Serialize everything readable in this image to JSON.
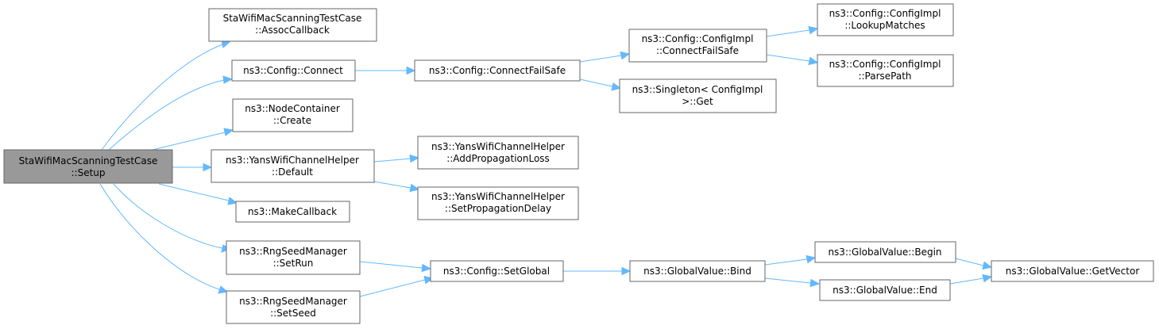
{
  "nodes": {
    "setup": {
      "line1": "StaWifiMacScanningTestCase",
      "line2": "::Setup"
    },
    "assoc": {
      "line1": "StaWifiMacScanningTestCase",
      "line2": "::AssocCallback"
    },
    "connect": {
      "line1": "ns3::Config::Connect"
    },
    "nodecreate": {
      "line1": "ns3::NodeContainer",
      "line2": "::Create"
    },
    "yansdefault": {
      "line1": "ns3::YansWifiChannelHelper",
      "line2": "::Default"
    },
    "makecb": {
      "line1": "ns3::MakeCallback"
    },
    "setrun": {
      "line1": "ns3::RngSeedManager",
      "line2": "::SetRun"
    },
    "setseed": {
      "line1": "ns3::RngSeedManager",
      "line2": "::SetSeed"
    },
    "connectfs": {
      "line1": "ns3::Config::ConnectFailSafe"
    },
    "addprop": {
      "line1": "ns3::YansWifiChannelHelper",
      "line2": "::AddPropagationLoss"
    },
    "setprop": {
      "line1": "ns3::YansWifiChannelHelper",
      "line2": "::SetPropagationDelay"
    },
    "setglobal": {
      "line1": "ns3::Config::SetGlobal"
    },
    "cimplconnectfs": {
      "line1": "ns3::Config::ConfigImpl",
      "line2": "::ConnectFailSafe"
    },
    "singleton": {
      "line1": "ns3::Singleton< ConfigImpl",
      "line2": ">::Get"
    },
    "gvbind": {
      "line1": "ns3::GlobalValue::Bind"
    },
    "lookup": {
      "line1": "ns3::Config::ConfigImpl",
      "line2": "::LookupMatches"
    },
    "parsepath": {
      "line1": "ns3::Config::ConfigImpl",
      "line2": "::ParsePath"
    },
    "gvbegin": {
      "line1": "ns3::GlobalValue::Begin"
    },
    "gvend": {
      "line1": "ns3::GlobalValue::End"
    },
    "gvgetvector": {
      "line1": "ns3::GlobalValue::GetVector"
    }
  },
  "colors": {
    "edge": "#63b8ff",
    "root_fill": "#999999",
    "node_fill": "#ffffff",
    "node_border": "#666666"
  }
}
